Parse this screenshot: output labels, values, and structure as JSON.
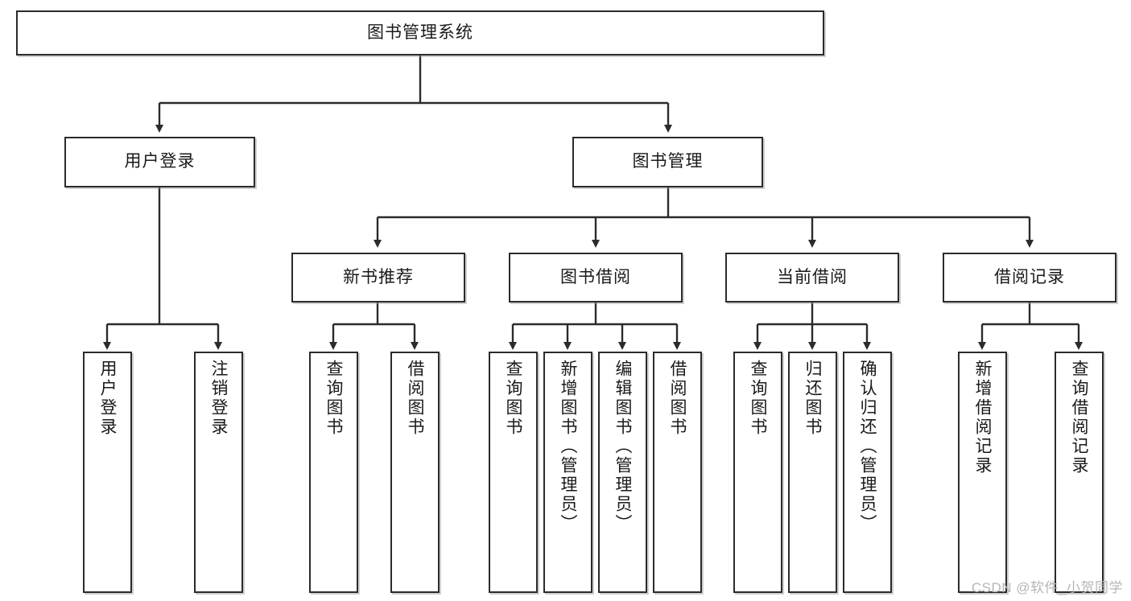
{
  "diagram": {
    "title": "图书管理系统",
    "type": "hierarchy-tree",
    "watermark": "CSDN @软件_小贺同学",
    "colors": {
      "box_border": "#2b2b2b",
      "box_fill": "#ffffff",
      "connector": "#2b2b2b",
      "text": "#1a1a1a",
      "watermark": "#b6b6b6"
    },
    "nodes": {
      "root": {
        "label": "图书管理系统"
      },
      "level2": [
        {
          "id": "user-login",
          "label": "用户登录"
        },
        {
          "id": "book-manage",
          "label": "图书管理"
        }
      ],
      "level3": [
        {
          "id": "new-book-recommend",
          "label": "新书推荐"
        },
        {
          "id": "book-borrow",
          "label": "图书借阅"
        },
        {
          "id": "current-borrow",
          "label": "当前借阅"
        },
        {
          "id": "borrow-record",
          "label": "借阅记录"
        }
      ],
      "leaves": {
        "user_login": [
          {
            "id": "leaf-user-login",
            "label": "用户登录"
          },
          {
            "id": "leaf-logout-login",
            "label": "注销登录"
          }
        ],
        "new_book_recommend": [
          {
            "id": "leaf-query-book-1",
            "label": "查询图书"
          },
          {
            "id": "leaf-borrow-book-1",
            "label": "借阅图书"
          }
        ],
        "book_borrow": [
          {
            "id": "leaf-query-book-2",
            "label": "查询图书"
          },
          {
            "id": "leaf-add-book",
            "label": "新增图书（管理员）"
          },
          {
            "id": "leaf-edit-book",
            "label": "编辑图书（管理员）"
          },
          {
            "id": "leaf-borrow-book-2",
            "label": "借阅图书"
          }
        ],
        "current_borrow": [
          {
            "id": "leaf-query-book-3",
            "label": "查询图书"
          },
          {
            "id": "leaf-return-book",
            "label": "归还图书"
          },
          {
            "id": "leaf-confirm-return",
            "label": "确认归还（管理员）"
          }
        ],
        "borrow_record": [
          {
            "id": "leaf-add-record",
            "label": "新增借阅记录"
          },
          {
            "id": "leaf-query-record",
            "label": "查询借阅记录"
          }
        ]
      }
    }
  }
}
